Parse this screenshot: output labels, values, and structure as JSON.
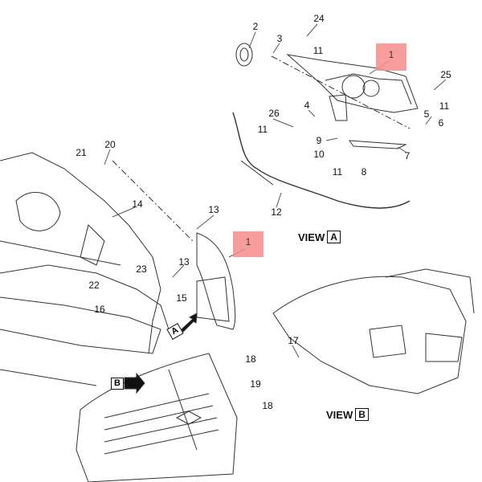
{
  "diagram": {
    "callouts": [
      "1",
      "1"
    ],
    "labels": [
      "2",
      "24",
      "3",
      "11",
      "25",
      "11",
      "5",
      "6",
      "4",
      "26",
      "11",
      "9",
      "10",
      "7",
      "11",
      "8",
      "12",
      "21",
      "20",
      "14",
      "13",
      "13",
      "23",
      "22",
      "15",
      "16",
      "17",
      "18",
      "19",
      "18"
    ],
    "view_a": {
      "text": "VIEW",
      "letter": "A"
    },
    "view_b": {
      "text": "VIEW",
      "letter": "B"
    },
    "arrow_a": "A",
    "arrow_b": "B",
    "colors": {
      "callout": "#f58c8c",
      "line": "#222222"
    }
  }
}
